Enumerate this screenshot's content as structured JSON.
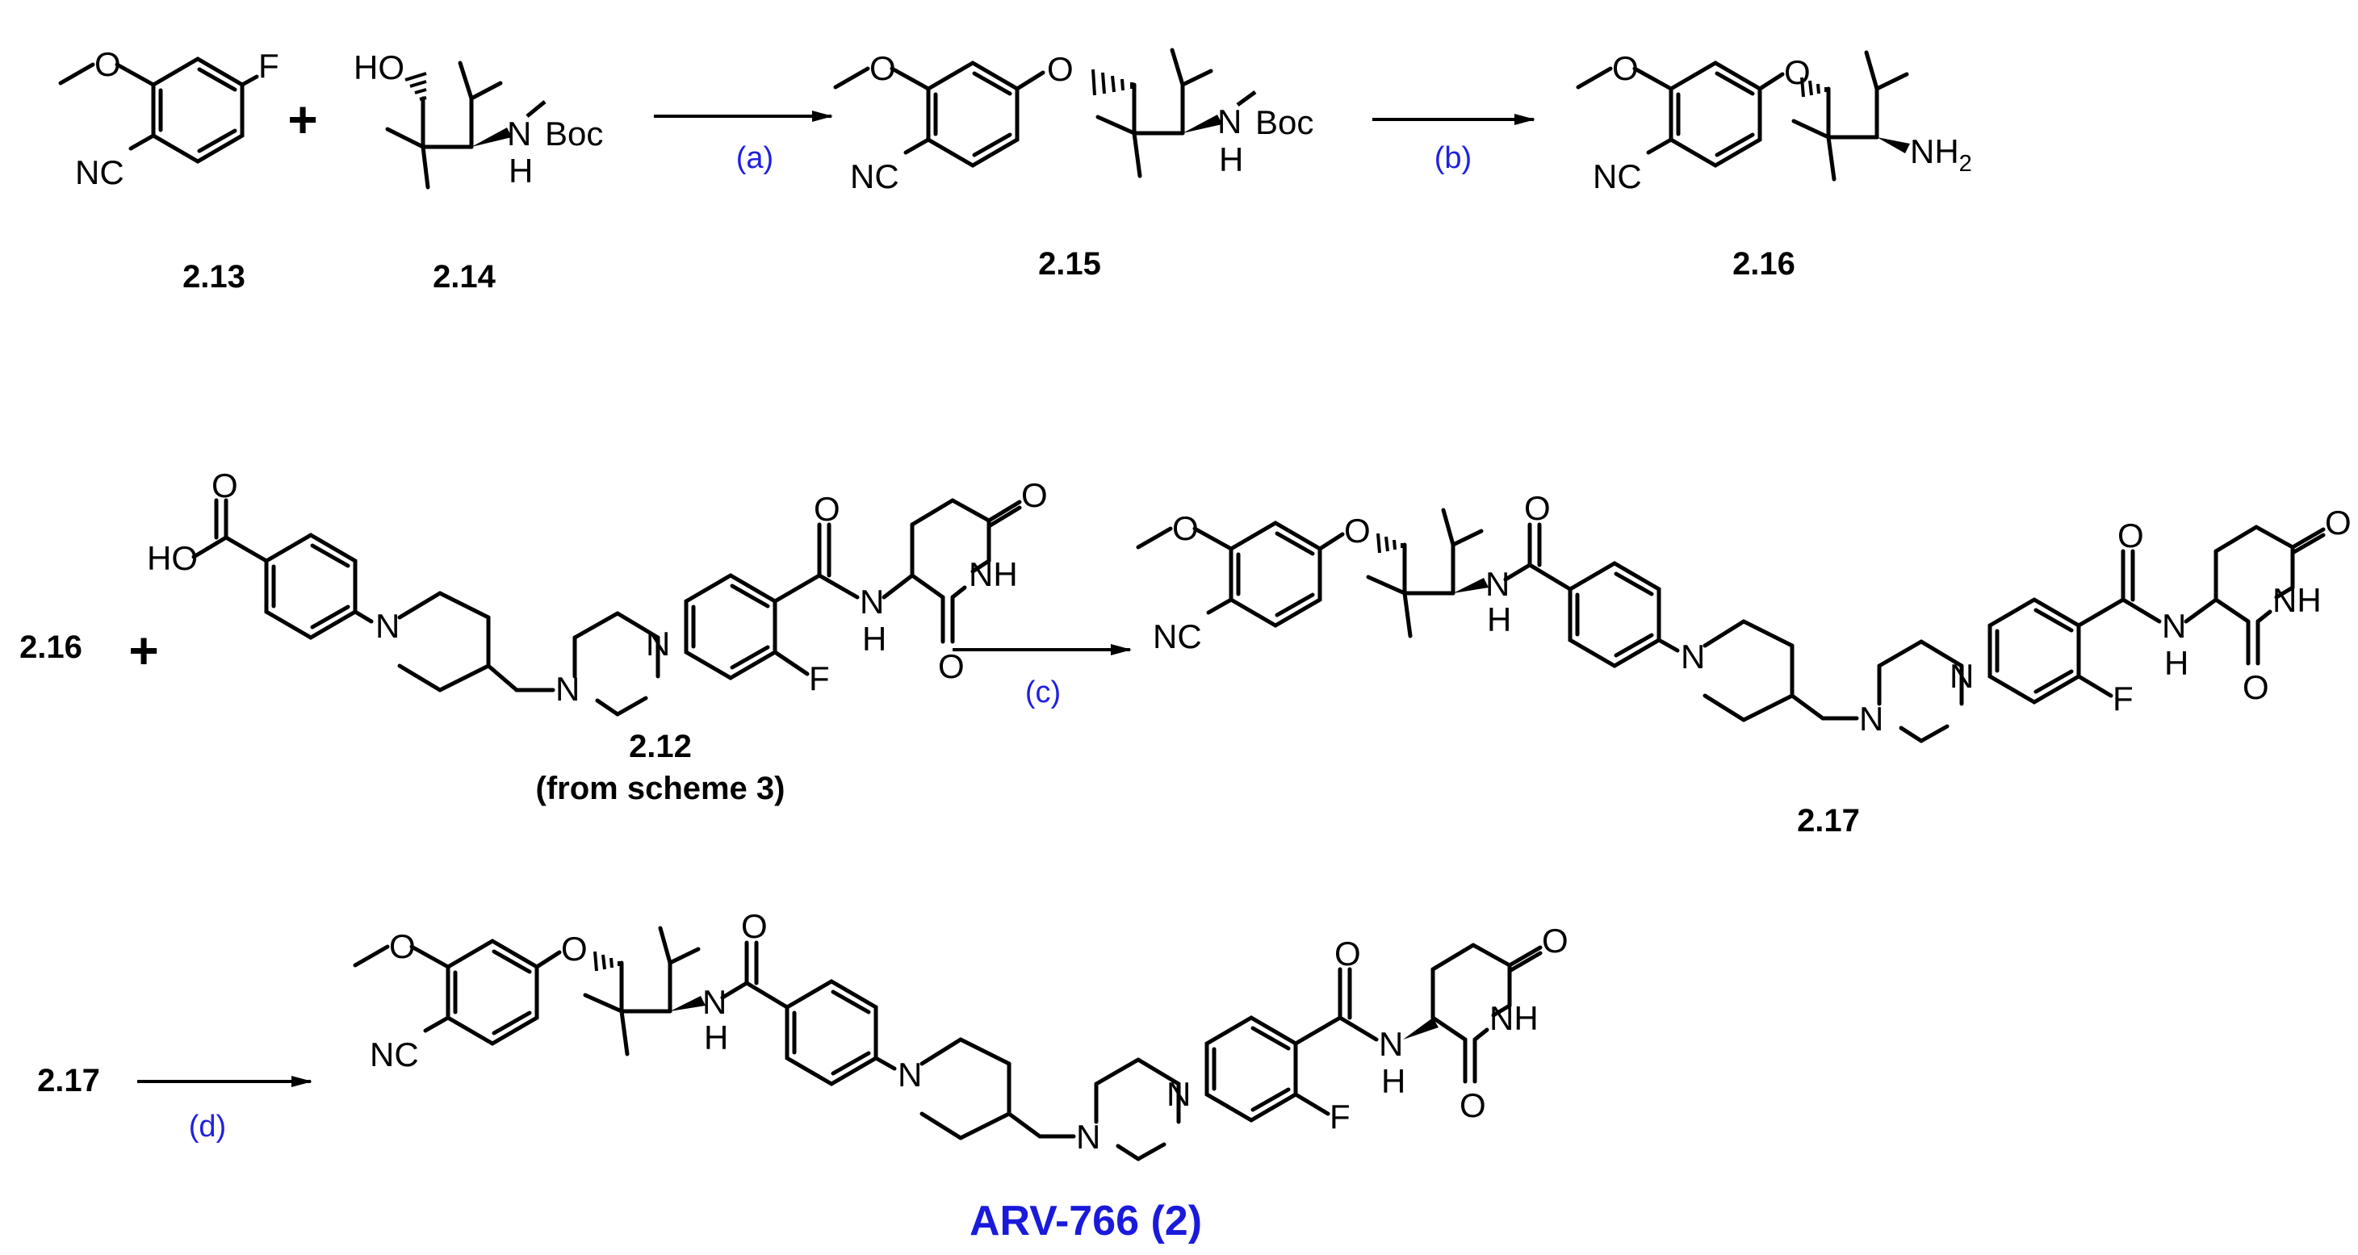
{
  "atoms": {
    "oxygen": "O",
    "fluorine": "F",
    "nitrile": "NC",
    "hydroxyl": "HO",
    "nitrogen": "N",
    "hydrogen": "H",
    "nh": "NH",
    "boc": "Boc",
    "amine": "NH",
    "amine_sub": "2"
  },
  "compounds": {
    "c213": "2.13",
    "c214": "2.14",
    "c215": "2.15",
    "c216": "2.16",
    "c212": "2.12",
    "c212_note": "(from scheme 3)",
    "c217": "2.17",
    "final": "ARV-766 (2)"
  },
  "reagents": {
    "a": "(a)",
    "b": "(b)",
    "c": "(c)",
    "d": "(d)"
  },
  "plus_sign": "+",
  "colors": {
    "bond": "#000000",
    "reagent_label": "#2020e0",
    "final_label": "#1a1adc"
  }
}
